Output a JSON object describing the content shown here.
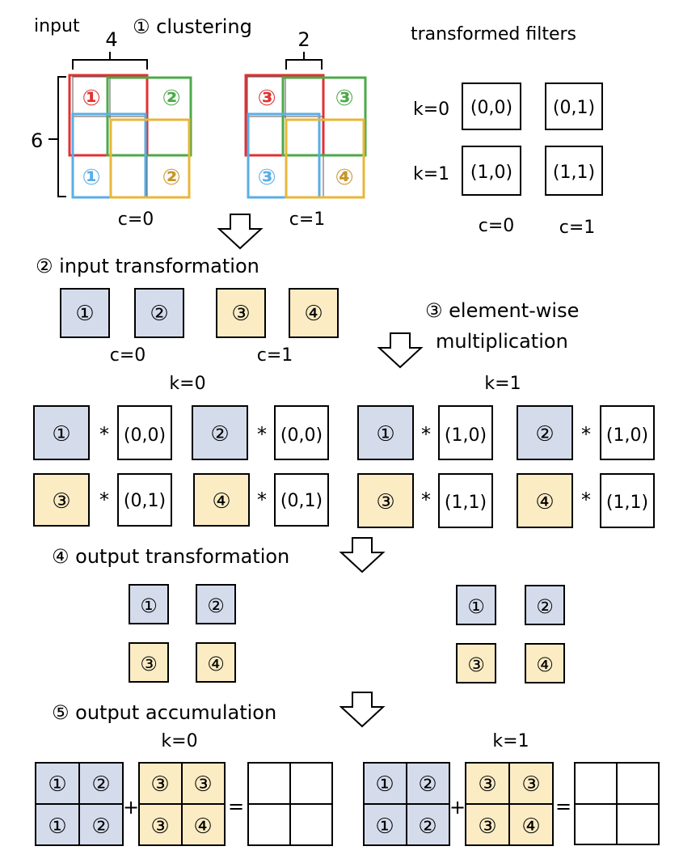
{
  "steps": {
    "clustering": "① clustering",
    "input_transform": "② input transformation",
    "elementwise_line1": "③ element-wise",
    "elementwise_line2": "multiplication",
    "output_transform": "④ output transformation",
    "accumulation": "⑤ output accumulation"
  },
  "labels": {
    "input": "input",
    "four": "4",
    "six": "6",
    "two": "2",
    "c0": "c=0",
    "c1": "c=1",
    "k0": "k=0",
    "k1": "k=1",
    "transformed_filters": "transformed filters",
    "times": "*",
    "plus": "+",
    "equals": "="
  },
  "tiles": {
    "t1": "①",
    "t2": "②",
    "t3": "③",
    "t4": "④"
  },
  "filters": {
    "f00": "(0,0)",
    "f01": "(0,1)",
    "f10": "(1,0)",
    "f11": "(1,1)"
  },
  "colors": {
    "red": "#e03232",
    "green": "#4caa4a",
    "blue": "#5aaee6",
    "gold": "#e8b73a",
    "tile_blue": "#d4dcec",
    "tile_yellow": "#fbecc4"
  }
}
